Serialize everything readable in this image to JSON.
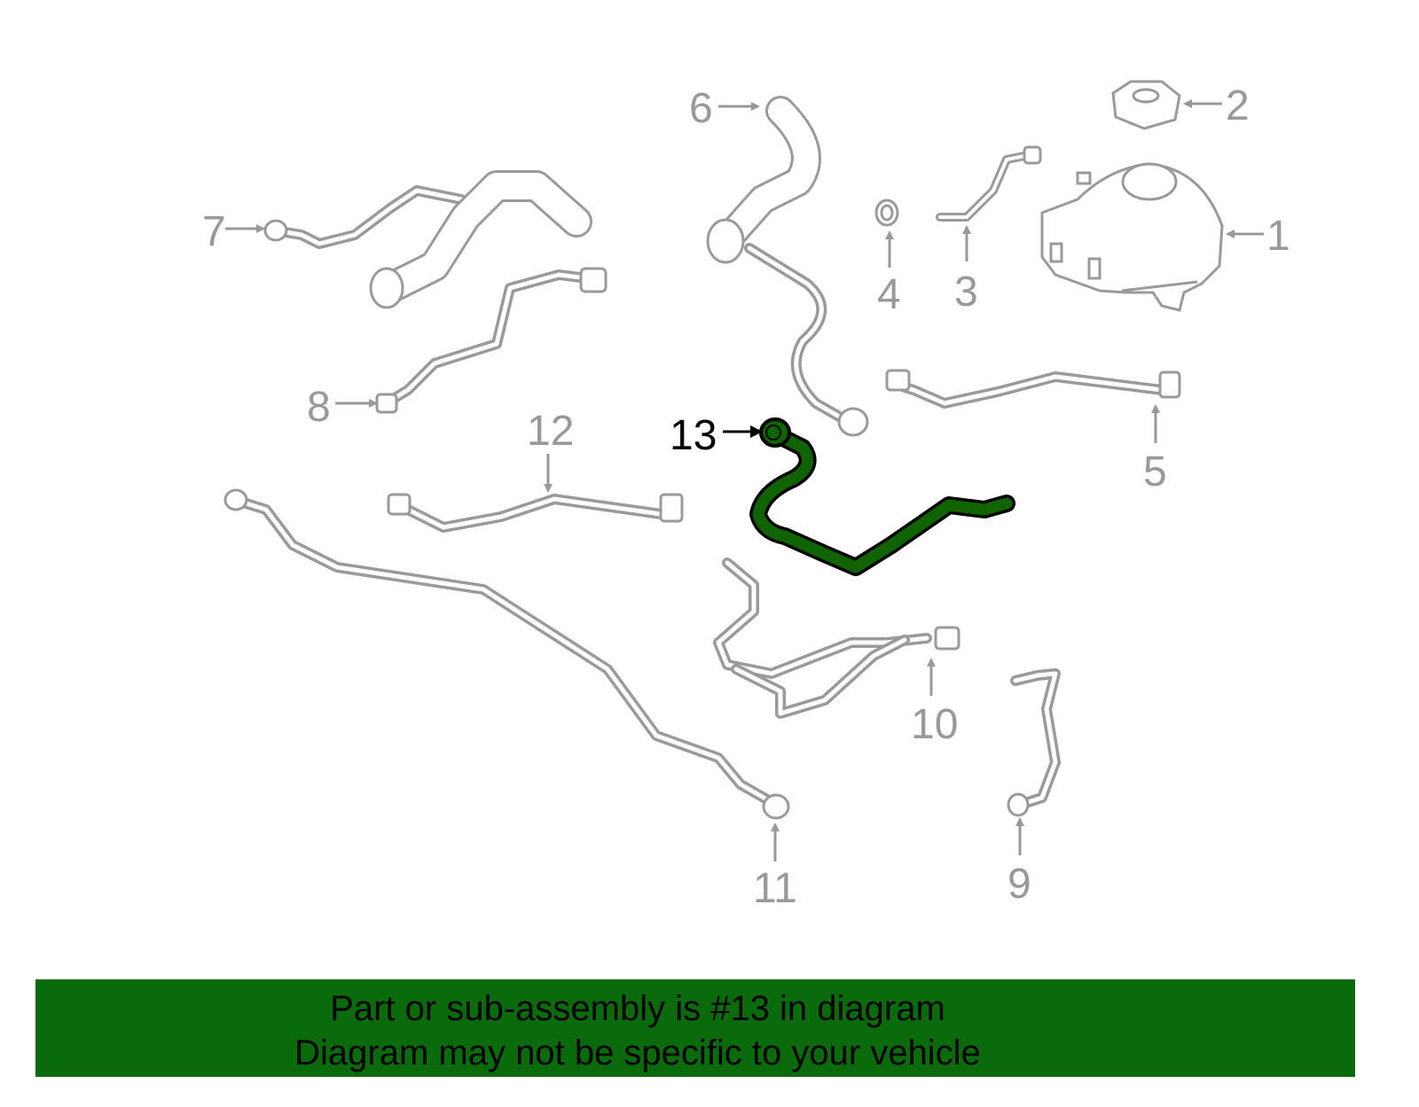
{
  "callouts": [
    "1",
    "2",
    "3",
    "4",
    "5",
    "6",
    "7",
    "8",
    "9",
    "10",
    "11",
    "12",
    "13"
  ],
  "highlighted_part": "13",
  "colors": {
    "highlight": "#0f6400",
    "banner": "#0b6a0b",
    "line": "#9a9a9a"
  },
  "banner": {
    "line1": "Part or sub-assembly is #13 in diagram",
    "line2": "Diagram may not be specific to your vehicle"
  }
}
